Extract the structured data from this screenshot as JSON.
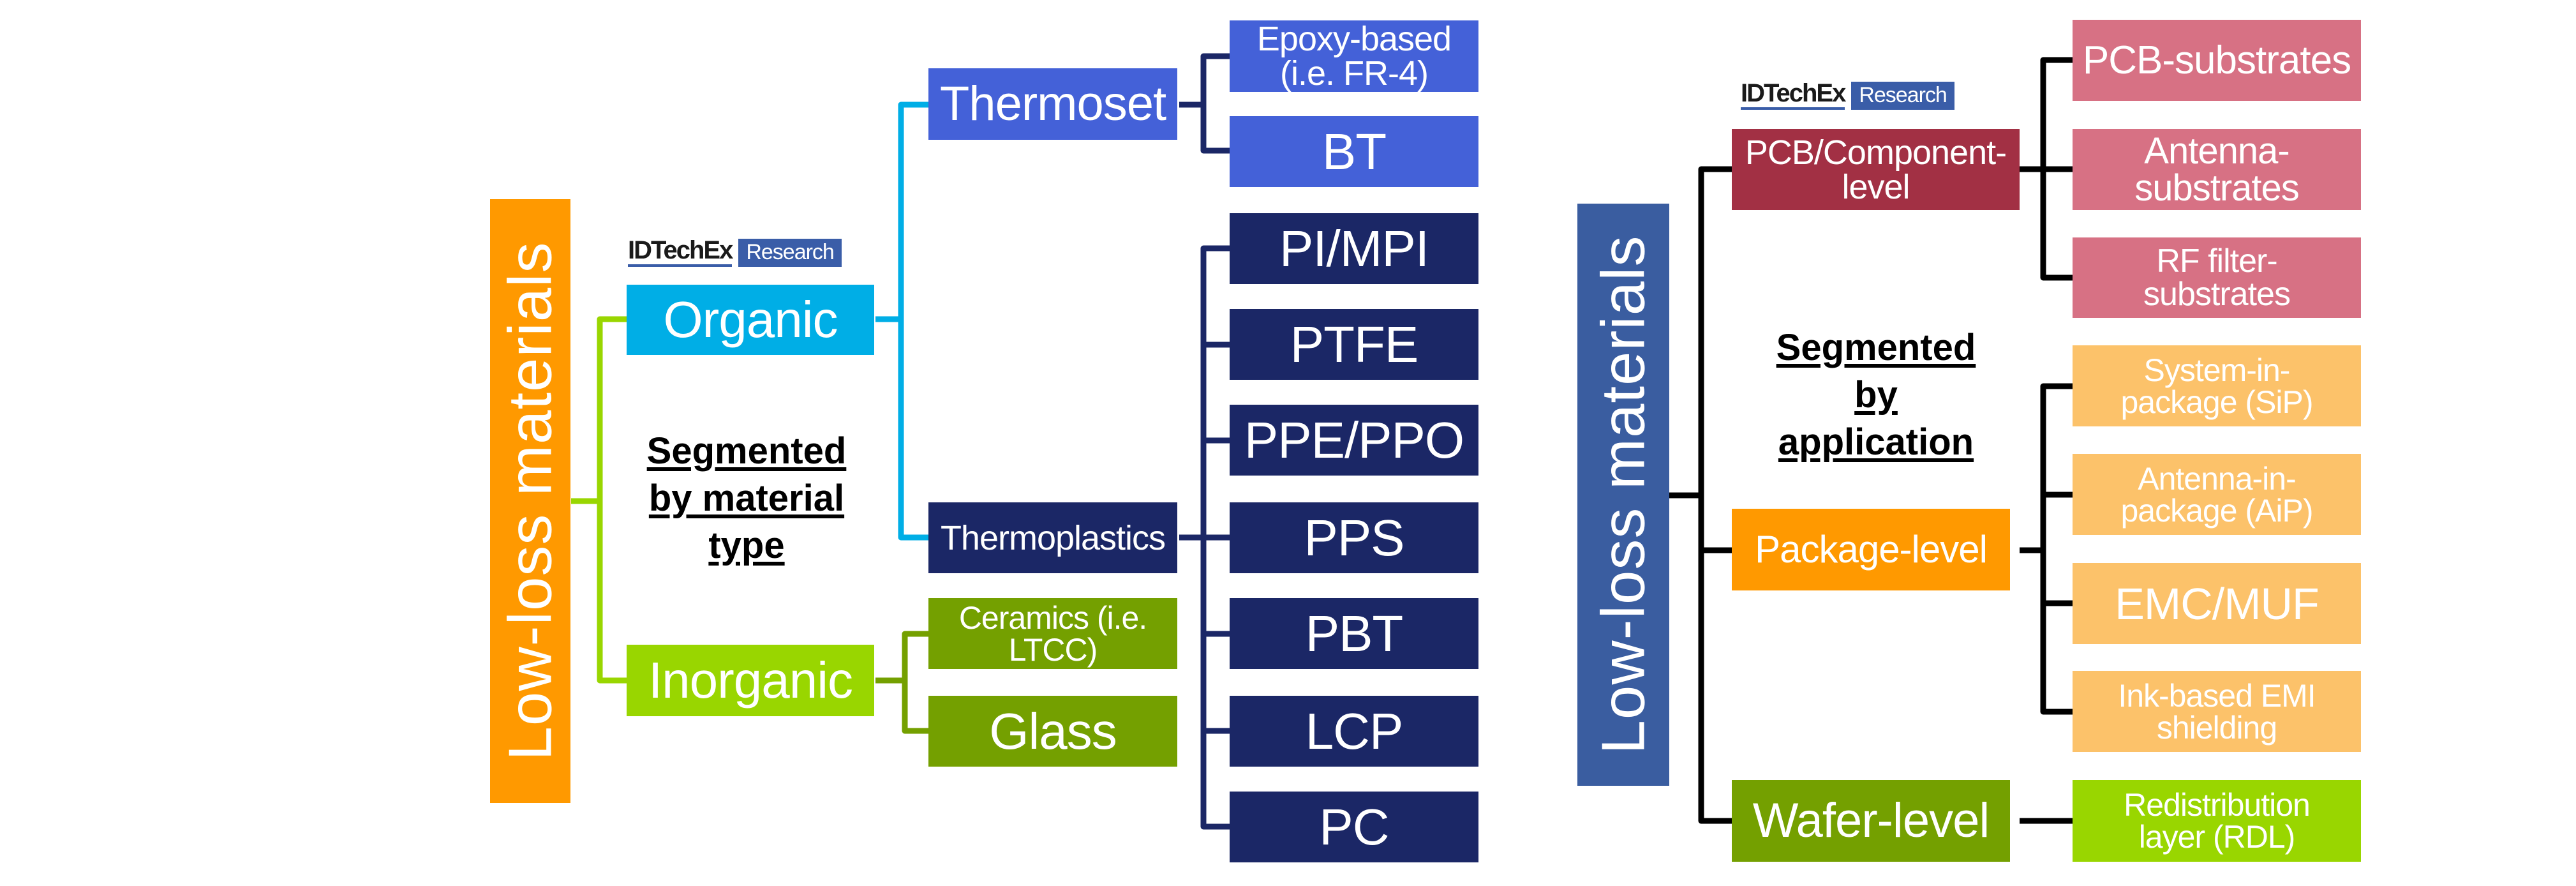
{
  "left_diagram": {
    "root": "Low-loss materials",
    "logo": {
      "brand": "IDTechEx",
      "tag": "Research"
    },
    "segment_label": "Segmented\nby material\ntype",
    "level1": [
      {
        "label": "Organic"
      },
      {
        "label": "Inorganic"
      }
    ],
    "organic_children": [
      {
        "label": "Thermoset"
      },
      {
        "label": "Thermoplastics"
      }
    ],
    "inorganic_children": [
      {
        "label": "Ceramics (i.e.\nLTCC)"
      },
      {
        "label": "Glass"
      }
    ],
    "thermoset_children": [
      {
        "label": "Epoxy-based\n(i.e. FR-4)"
      },
      {
        "label": "BT"
      }
    ],
    "thermoplastic_children": [
      {
        "label": "PI/MPI"
      },
      {
        "label": "PTFE"
      },
      {
        "label": "PPE/PPO"
      },
      {
        "label": "PPS"
      },
      {
        "label": "PBT"
      },
      {
        "label": "LCP"
      },
      {
        "label": "PC"
      }
    ]
  },
  "right_diagram": {
    "root": "Low-loss materials",
    "logo": {
      "brand": "IDTechEx",
      "tag": "Research"
    },
    "segment_label": "Segmented\nby\napplication",
    "level1": [
      {
        "label": "PCB/Component-\nlevel"
      },
      {
        "label": "Package-level"
      },
      {
        "label": "Wafer-level"
      }
    ],
    "pcb_children": [
      {
        "label": "PCB-substrates"
      },
      {
        "label": "Antenna-\nsubstrates"
      },
      {
        "label": "RF filter-\nsubstrates"
      }
    ],
    "package_children": [
      {
        "label": "System-in-\npackage (SiP)"
      },
      {
        "label": "Antenna-in-\npackage (AiP)"
      },
      {
        "label": "EMC/MUF"
      },
      {
        "label": "Ink-based EMI\nshielding"
      }
    ],
    "wafer_children": [
      {
        "label": "Redistribution\nlayer (RDL)"
      }
    ]
  },
  "colors": {
    "root_left": "#ff9900",
    "organic": "#00aee6",
    "inorganic": "#99d600",
    "thermoset": "#4461d8",
    "thermoplastic": "#1b2766",
    "inorganic_children": "#74a000",
    "root_right": "#3a5da0",
    "pcb_level": "#a23044",
    "pcb_children": "#d77184",
    "package_level": "#ff9900",
    "package_children": "#fcc26a",
    "wafer_level": "#74a000",
    "wafer_children": "#99d600"
  }
}
